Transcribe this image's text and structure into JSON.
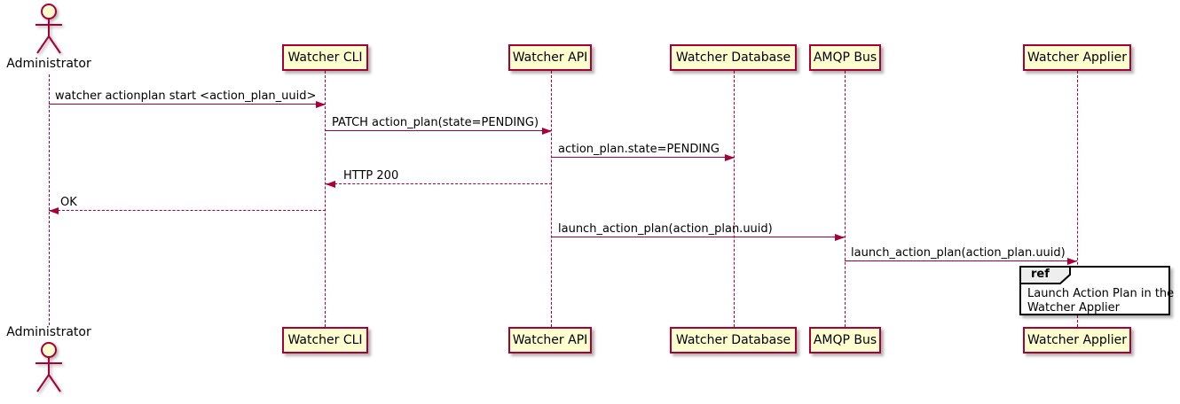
{
  "diagram": {
    "type": "sequence-diagram",
    "colors": {
      "participant_fill": "#FEFECE",
      "participant_border": "#A80036",
      "lifeline": "#A80036",
      "arrow": "#A80036",
      "text": "#000000",
      "ref_border": "#000000",
      "ref_header_fill": "#EEEEEE"
    },
    "actor": {
      "name": "Administrator"
    },
    "participants": [
      {
        "name": "Watcher CLI"
      },
      {
        "name": "Watcher API"
      },
      {
        "name": "Watcher Database"
      },
      {
        "name": "AMQP Bus"
      },
      {
        "name": "Watcher Applier"
      }
    ],
    "messages": [
      {
        "label": "watcher actionplan start <action_plan_uuid>",
        "from": "Administrator",
        "to": "Watcher CLI",
        "style": "solid"
      },
      {
        "label": "PATCH action_plan(state=PENDING)",
        "from": "Watcher CLI",
        "to": "Watcher API",
        "style": "solid"
      },
      {
        "label": "action_plan.state=PENDING",
        "from": "Watcher API",
        "to": "Watcher Database",
        "style": "solid"
      },
      {
        "label": "HTTP 200",
        "from": "Watcher API",
        "to": "Watcher CLI",
        "style": "dashed"
      },
      {
        "label": "OK",
        "from": "Watcher CLI",
        "to": "Administrator",
        "style": "dashed"
      },
      {
        "label": "launch_action_plan(action_plan.uuid)",
        "from": "Watcher API",
        "to": "AMQP Bus",
        "style": "solid"
      },
      {
        "label": "launch_action_plan(action_plan.uuid)",
        "from": "AMQP Bus",
        "to": "Watcher Applier",
        "style": "solid"
      }
    ],
    "ref": {
      "keyword": "ref",
      "line1": "Launch Action Plan in the",
      "line2": "Watcher Applier"
    }
  }
}
